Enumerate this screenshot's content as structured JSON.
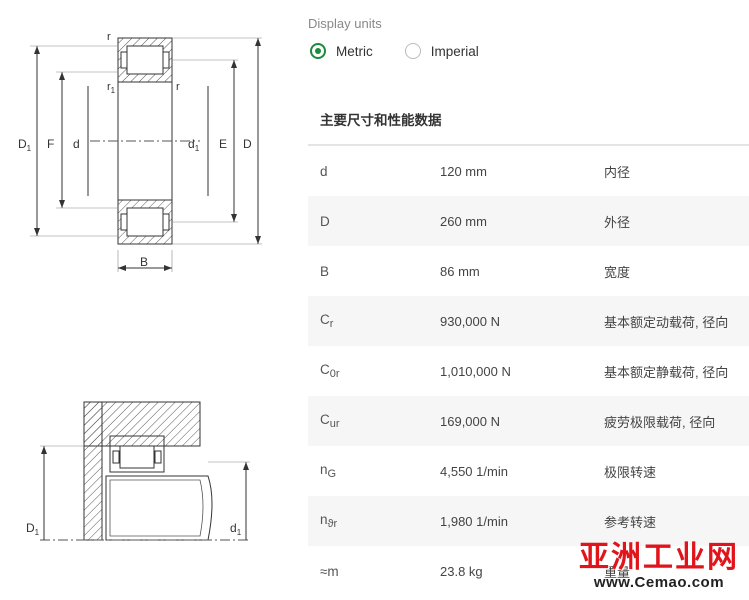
{
  "units": {
    "label": "Display units",
    "options": [
      {
        "label": "Metric",
        "selected": true
      },
      {
        "label": "Imperial",
        "selected": false
      }
    ]
  },
  "table": {
    "title": "主要尺寸和性能数据",
    "rows": [
      {
        "sym": "d",
        "sub": "",
        "value": "120 mm",
        "desc": "内径"
      },
      {
        "sym": "D",
        "sub": "",
        "value": "260 mm",
        "desc": "外径"
      },
      {
        "sym": "B",
        "sub": "",
        "value": "86 mm",
        "desc": "宽度"
      },
      {
        "sym": "C",
        "sub": "r",
        "value": "930,000 N",
        "desc": "基本额定动载荷, 径向"
      },
      {
        "sym": "C",
        "sub": "0r",
        "value": "1,010,000 N",
        "desc": "基本额定静载荷,  径向"
      },
      {
        "sym": "C",
        "sub": "ur",
        "value": "169,000 N",
        "desc": "疲劳极限载荷, 径向"
      },
      {
        "sym": "n",
        "sub": "G",
        "value": "4,550 1/min",
        "desc": "极限转速"
      },
      {
        "sym": "n",
        "sub": "ϑr",
        "value": "1,980 1/min",
        "desc": "参考转速"
      },
      {
        "sym": "≈m",
        "sub": "",
        "value": "23.8 kg",
        "desc": "重量"
      }
    ]
  },
  "drawing_labels": {
    "top": {
      "D1": "D",
      "F": "F",
      "d": "d",
      "d1": "d",
      "E": "E",
      "D": "D",
      "B": "B",
      "r": "r",
      "r1": "r",
      "sub1": "1"
    },
    "bottom": {
      "D1": "D",
      "d1": "d",
      "sub1": "1"
    }
  },
  "watermark": {
    "line1": "亚洲工业网",
    "line2": "www.Cemao.com"
  },
  "colors": {
    "accent": "#1a8a3c",
    "watermark": "#e0141a"
  }
}
